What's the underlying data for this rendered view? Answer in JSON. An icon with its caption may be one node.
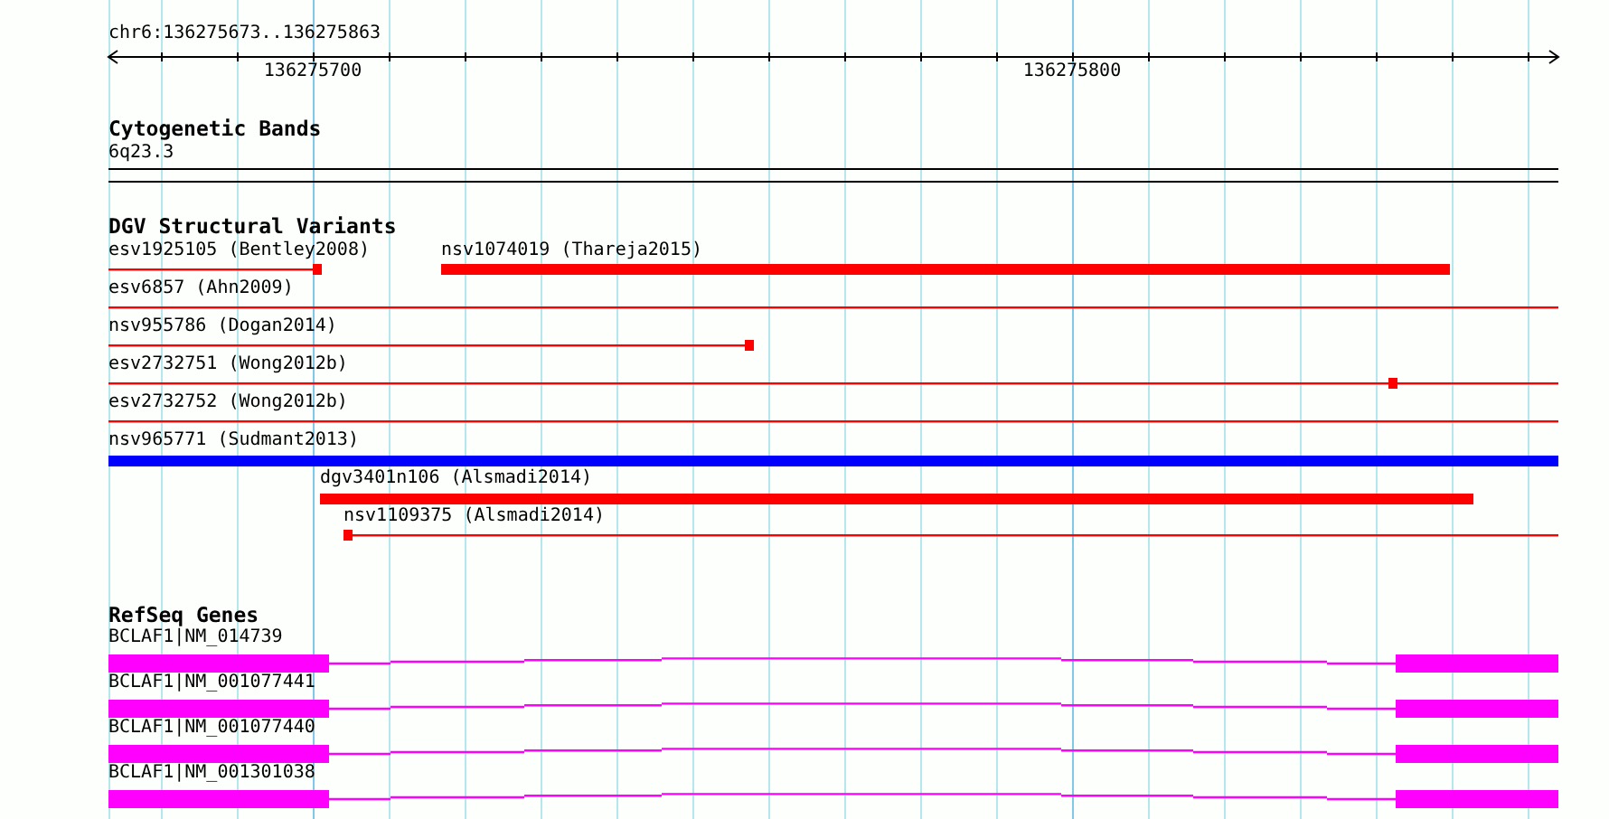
{
  "diagram": {
    "nodes": [
      {
        "text": [
          "esv1925105 (Bentley2008)"
        ]
      },
      {
        "text": [
          "nsv1074019 (Thareja2015)"
        ]
      },
      {
        "text": [
          "esv6857 (Ahn2009)"
        ]
      },
      {
        "text": [
          "nsv955786 (Dogan2014)"
        ]
      },
      {
        "text": [
          "esv2732751 (Wong2012b)"
        ]
      },
      {
        "text": [
          "esv2732752 (Wong2012b)"
        ]
      },
      {
        "text": [
          "nsv965771 (Sudmant2013)"
        ]
      },
      {
        "text": [
          "dgv3401n106 (Alsmadi2014)"
        ]
      },
      {
        "text": [
          "nsv1109375 (Alsmadi2014)"
        ]
      },
      {
        "text": [
          "BCLAF1|NM_014739"
        ]
      },
      {
        "text": [
          "BCLAF1|NM_001077441"
        ]
      },
      {
        "text": [
          "BCLAF1|NM_001077440"
        ]
      },
      {
        "text": [
          "BCLAF1|NM_001301038"
        ]
      }
    ],
    "labels": [
      "chr6:136275673..136275863",
      "136275700",
      "136275800",
      "Cytogenetic Bands",
      "6q23.3",
      "DGV Structural Variants",
      "RefSeq Genes"
    ]
  }
}
